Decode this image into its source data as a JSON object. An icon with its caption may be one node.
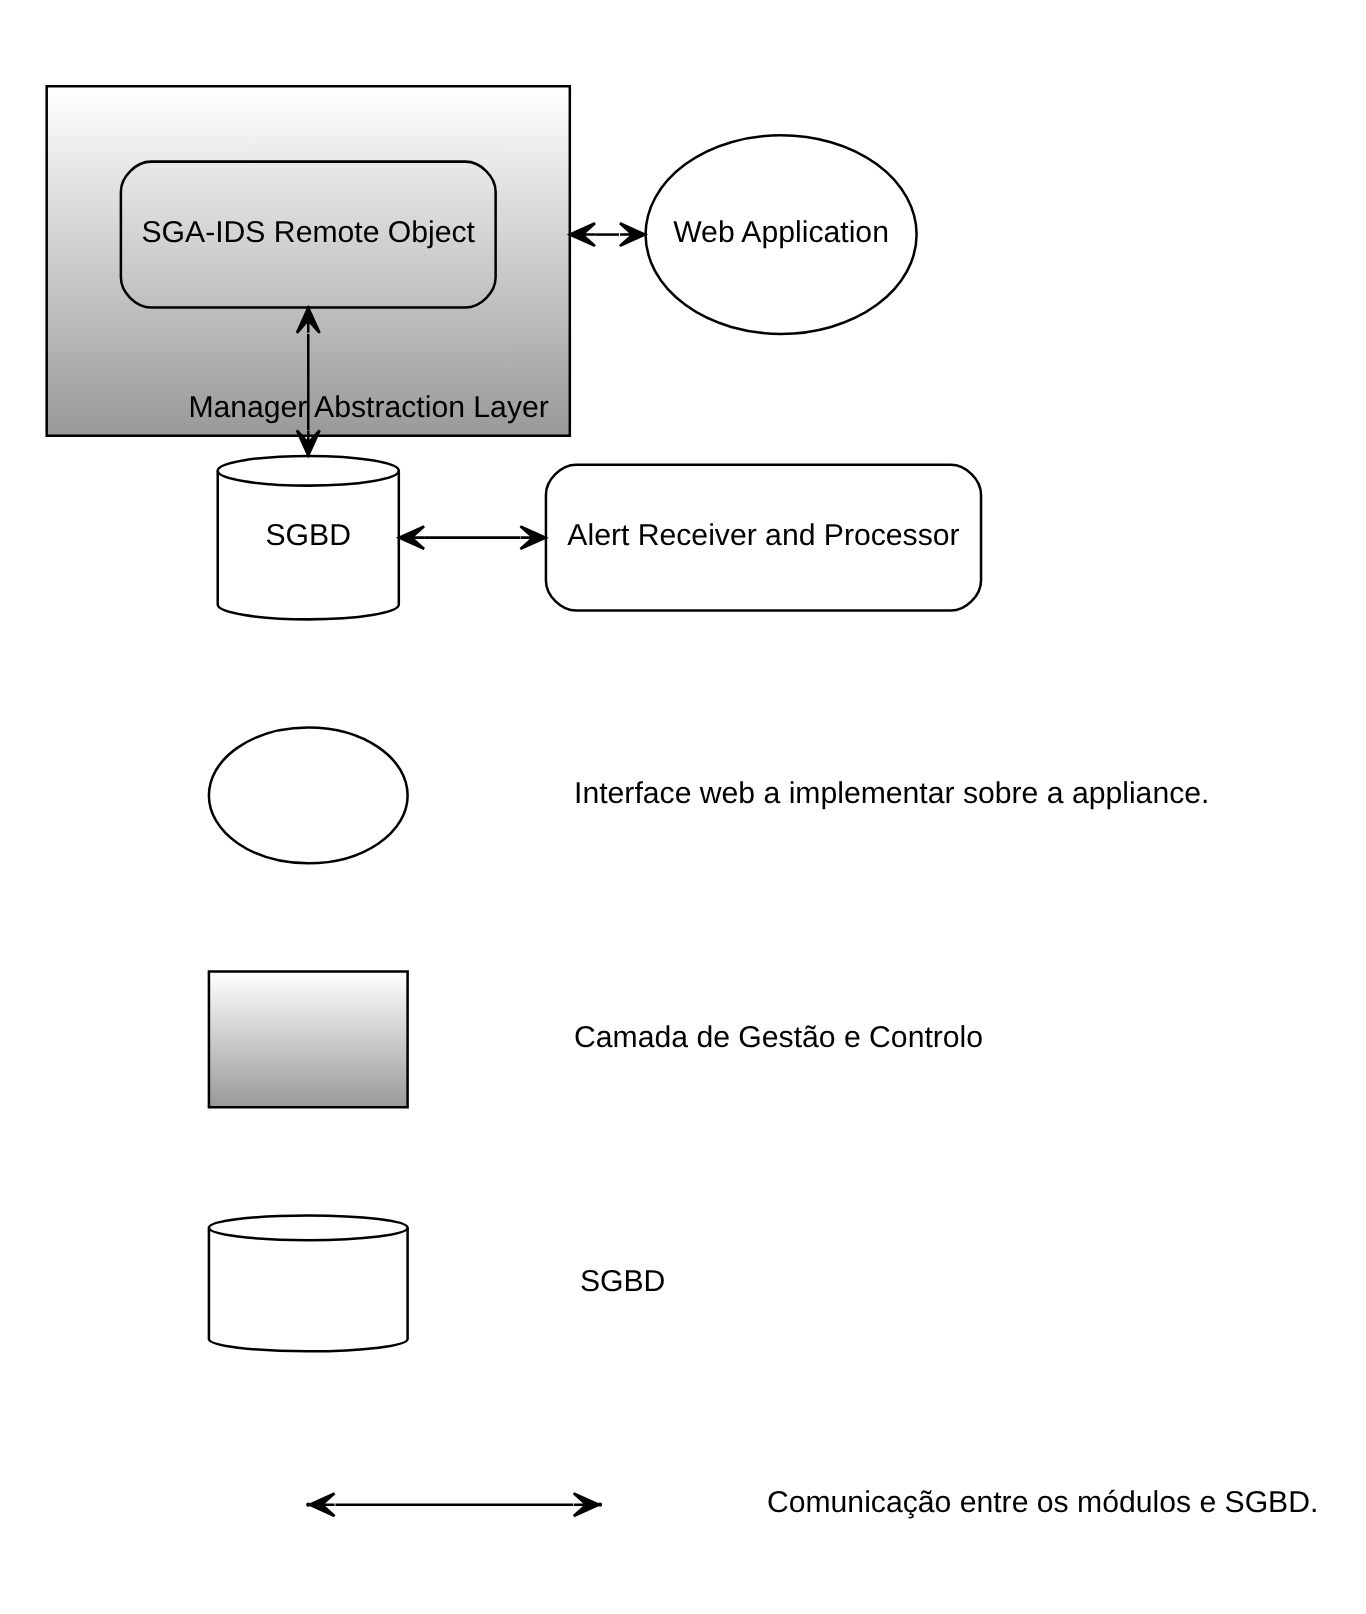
{
  "diagram": {
    "nodes": [
      {
        "text": [
          "Manager Abstraction Layer"
        ]
      },
      {
        "text": [
          "SGA-IDS Remote Object"
        ],
        "in": 0
      },
      {
        "text": [
          "Web Application"
        ]
      },
      {
        "text": [
          "SGBD"
        ]
      },
      {
        "text": [
          "Alert Receiver and Processor"
        ]
      },
      {
        "text": [],
        "shape": "circle"
      },
      {
        "text": [],
        "shape": "box"
      },
      {
        "text": [],
        "shape": "cylinder"
      }
    ],
    "edges": [
      {
        "from": 1,
        "to": 3,
        "arrow": "both"
      },
      {
        "from": 0,
        "to": 2,
        "arrow": "both"
      },
      {
        "from": 3,
        "to": 4,
        "arrow": "both"
      }
    ],
    "legend": [
      {
        "text": "Interface web a implementar sobre a appliance."
      },
      {
        "text": "Camada de Gestão e Controlo"
      },
      {
        "text": "SGBD"
      },
      {
        "text": "Comunicação entre os módulos e SGBD."
      }
    ]
  }
}
